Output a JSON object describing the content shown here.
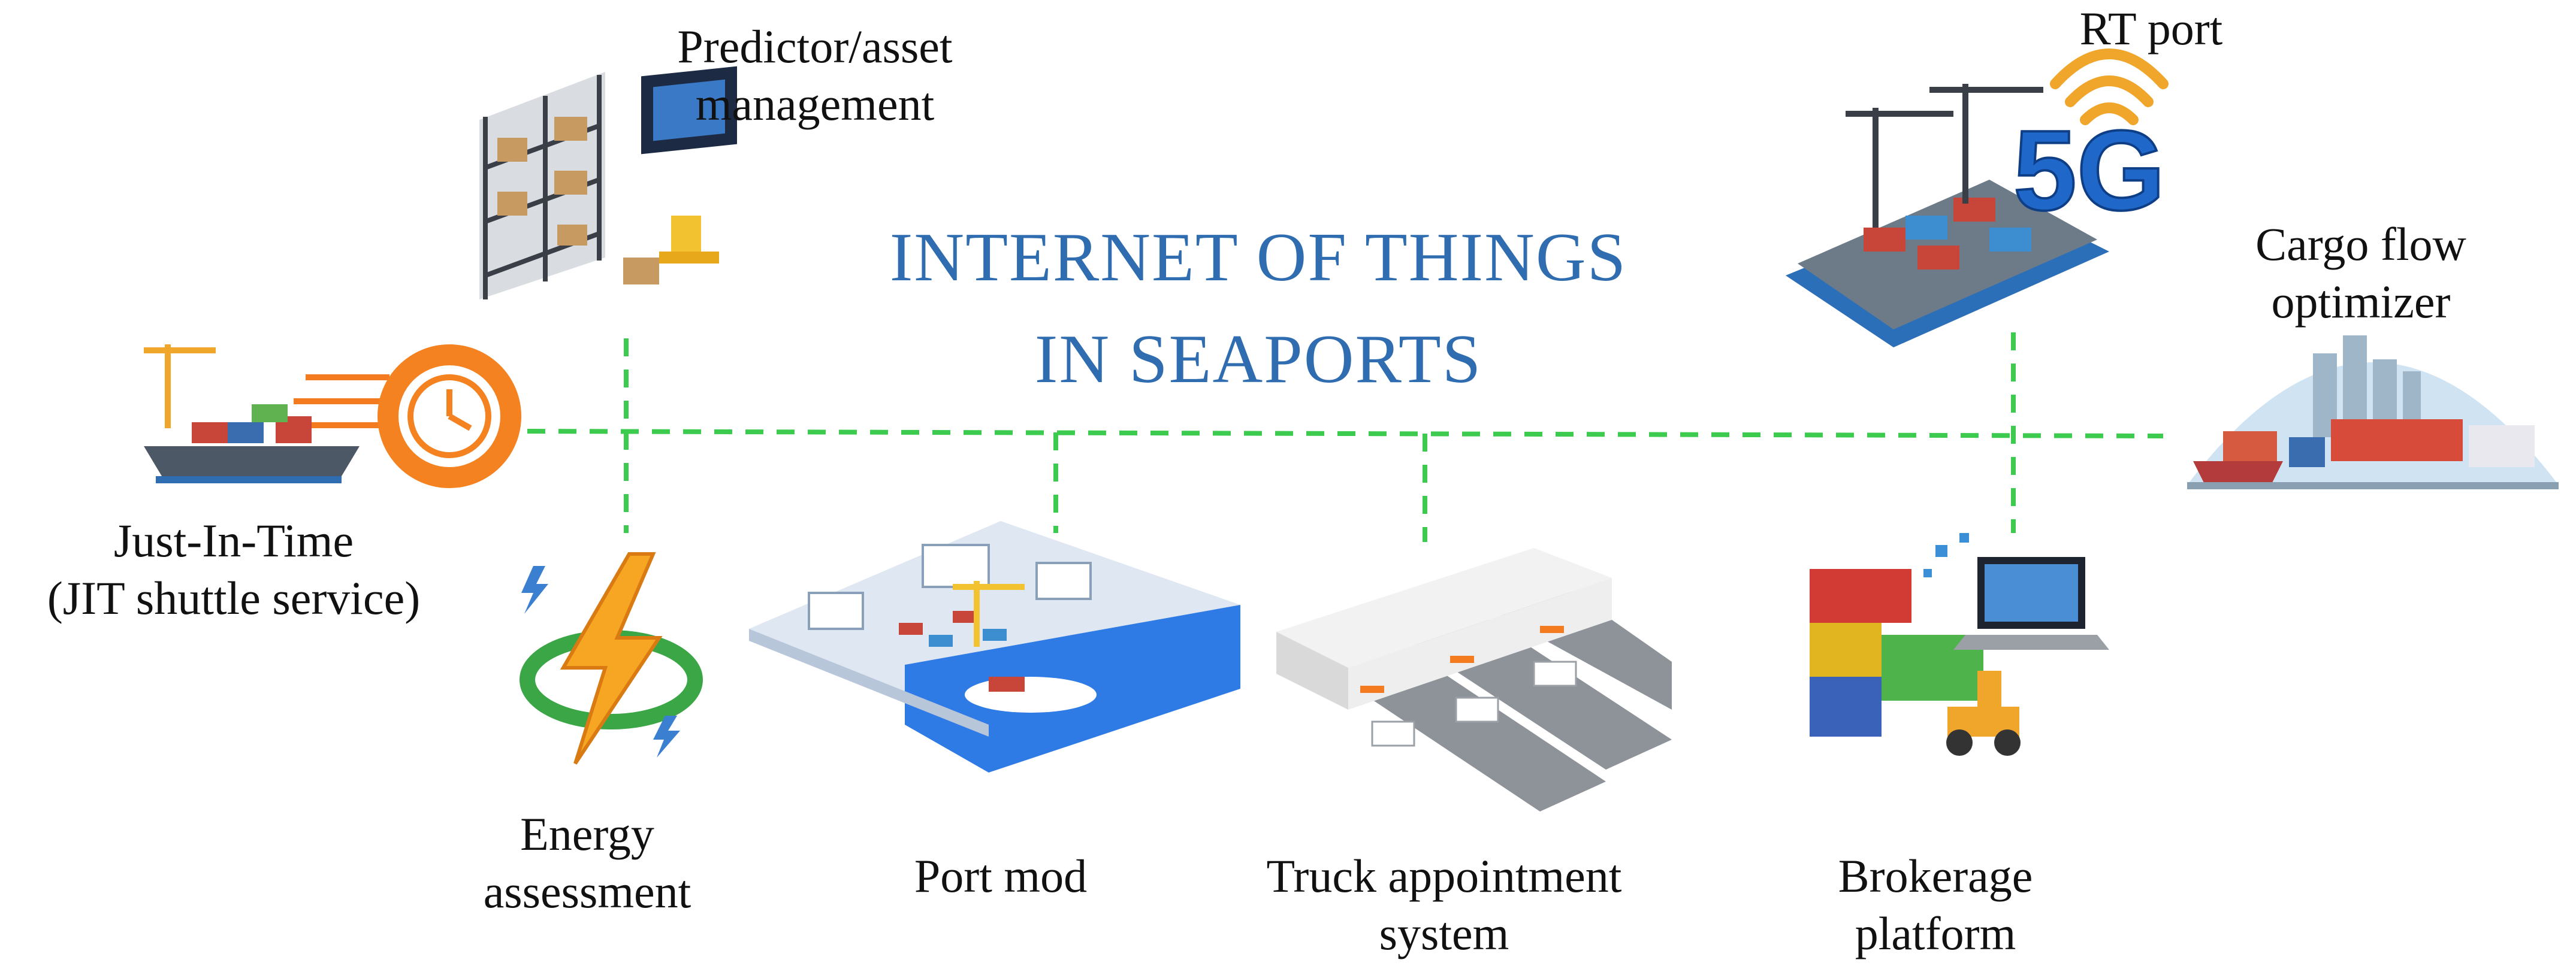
{
  "title": "INTERNET OF THINGS\nIN SEAPORTS",
  "nodes": {
    "predictor": "Predictor/asset\nmanagement",
    "rt_port": "RT port",
    "five_g": "5G",
    "cargo": "Cargo flow\noptimizer",
    "jit": "Just-In-Time\n(JIT shuttle service)",
    "energy": "Energy\nassessment",
    "port_mod": "Port mod",
    "truck": "Truck appointment\nsystem",
    "brokerage": "Brokerage\nplatform"
  },
  "colors": {
    "title": "#2f6db0",
    "connector": "#3dcb4f",
    "text": "#111111"
  }
}
